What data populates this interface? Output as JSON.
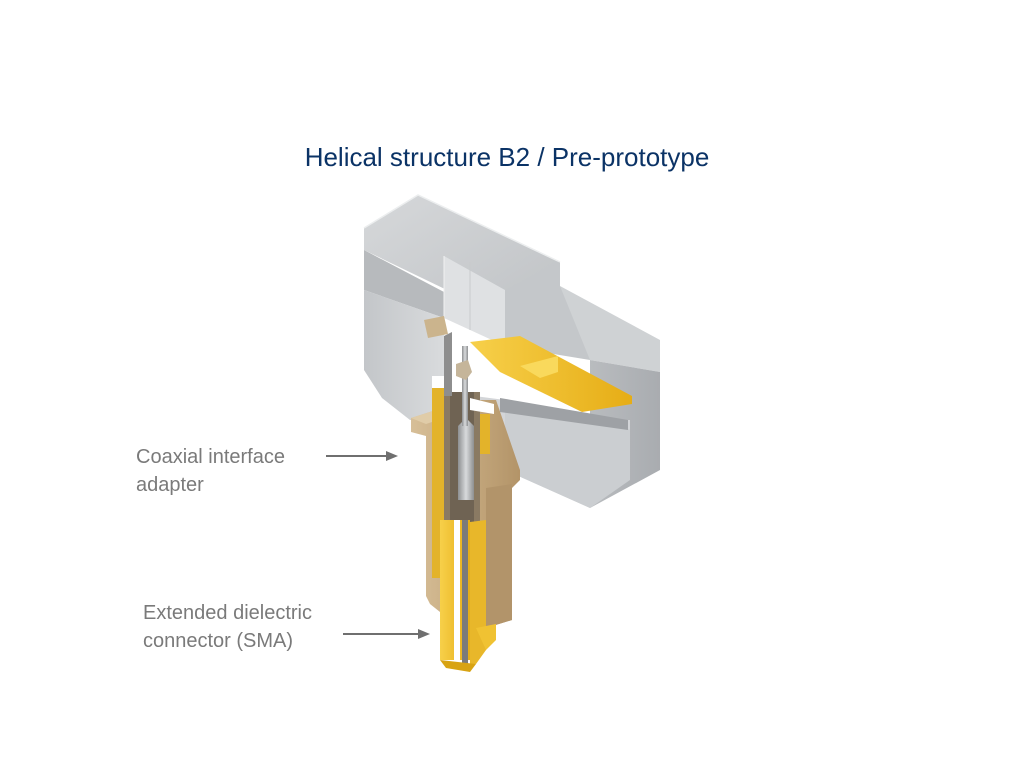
{
  "slide": {
    "title": "Helical structure B2 / Pre-prototype"
  },
  "callouts": {
    "adapter": {
      "line1": "Coaxial interface",
      "line2": "adapter"
    },
    "sma": {
      "line1": "Extended dielectric",
      "line2": "connector (SMA)"
    }
  },
  "colors": {
    "title": "#0b3366",
    "label": "#7a7a7a",
    "housing": "#c9cbcd",
    "adapter": "#c8ad86",
    "gold": "#f2c230"
  }
}
